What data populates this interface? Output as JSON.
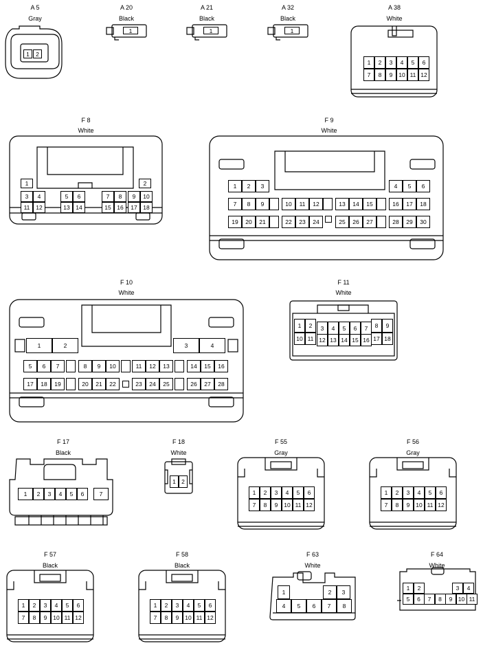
{
  "connectors": [
    {
      "id": "A 5",
      "color": "Gray",
      "pins": [
        "1",
        "2"
      ]
    },
    {
      "id": "A 20",
      "color": "Black",
      "pins": [
        "1"
      ]
    },
    {
      "id": "A 21",
      "color": "Black",
      "pins": [
        "1"
      ]
    },
    {
      "id": "A 32",
      "color": "Black",
      "pins": [
        "1"
      ]
    },
    {
      "id": "A 38",
      "color": "White",
      "pins": [
        "1",
        "2",
        "3",
        "4",
        "5",
        "6",
        "7",
        "8",
        "9",
        "10",
        "11",
        "12"
      ]
    },
    {
      "id": "F 8",
      "color": "White",
      "pins": [
        "1",
        "2",
        "3",
        "4",
        "5",
        "6",
        "7",
        "8",
        "9",
        "10",
        "11",
        "12",
        "13",
        "14",
        "15",
        "16",
        "17",
        "18"
      ]
    },
    {
      "id": "F 9",
      "color": "White",
      "pins": [
        "1",
        "2",
        "3",
        "4",
        "5",
        "6",
        "7",
        "8",
        "9",
        "10",
        "11",
        "12",
        "13",
        "14",
        "15",
        "16",
        "17",
        "18",
        "19",
        "20",
        "21",
        "22",
        "23",
        "24",
        "25",
        "26",
        "27",
        "28",
        "29",
        "30"
      ]
    },
    {
      "id": "F 10",
      "color": "White",
      "pins": [
        "1",
        "2",
        "3",
        "4",
        "5",
        "6",
        "7",
        "8",
        "9",
        "10",
        "11",
        "12",
        "13",
        "14",
        "15",
        "16",
        "17",
        "18",
        "19",
        "20",
        "21",
        "22",
        "23",
        "24",
        "25",
        "26",
        "27",
        "28"
      ]
    },
    {
      "id": "F 11",
      "color": "White",
      "pins": [
        "1",
        "2",
        "3",
        "4",
        "5",
        "6",
        "7",
        "8",
        "9",
        "10",
        "11",
        "12",
        "13",
        "14",
        "15",
        "16",
        "17",
        "18"
      ]
    },
    {
      "id": "F 17",
      "color": "Black",
      "pins": [
        "1",
        "2",
        "3",
        "4",
        "5",
        "6",
        "7"
      ]
    },
    {
      "id": "F 18",
      "color": "White",
      "pins": [
        "1",
        "2"
      ]
    },
    {
      "id": "F 55",
      "color": "Gray",
      "pins": [
        "1",
        "2",
        "3",
        "4",
        "5",
        "6",
        "7",
        "8",
        "9",
        "10",
        "11",
        "12"
      ]
    },
    {
      "id": "F 56",
      "color": "Gray",
      "pins": [
        "1",
        "2",
        "3",
        "4",
        "5",
        "6",
        "7",
        "8",
        "9",
        "10",
        "11",
        "12"
      ]
    },
    {
      "id": "F 57",
      "color": "Black",
      "pins": [
        "1",
        "2",
        "3",
        "4",
        "5",
        "6",
        "7",
        "8",
        "9",
        "10",
        "11",
        "12"
      ]
    },
    {
      "id": "F 58",
      "color": "Black",
      "pins": [
        "1",
        "2",
        "3",
        "4",
        "5",
        "6",
        "7",
        "8",
        "9",
        "10",
        "11",
        "12"
      ]
    },
    {
      "id": "F 63",
      "color": "White",
      "pins": [
        "1",
        "2",
        "3",
        "4",
        "5",
        "6",
        "7",
        "8"
      ]
    },
    {
      "id": "F 64",
      "color": "White",
      "pins": [
        "1",
        "2",
        "3",
        "4",
        "5",
        "6",
        "7",
        "8",
        "9",
        "10",
        "11"
      ]
    }
  ]
}
